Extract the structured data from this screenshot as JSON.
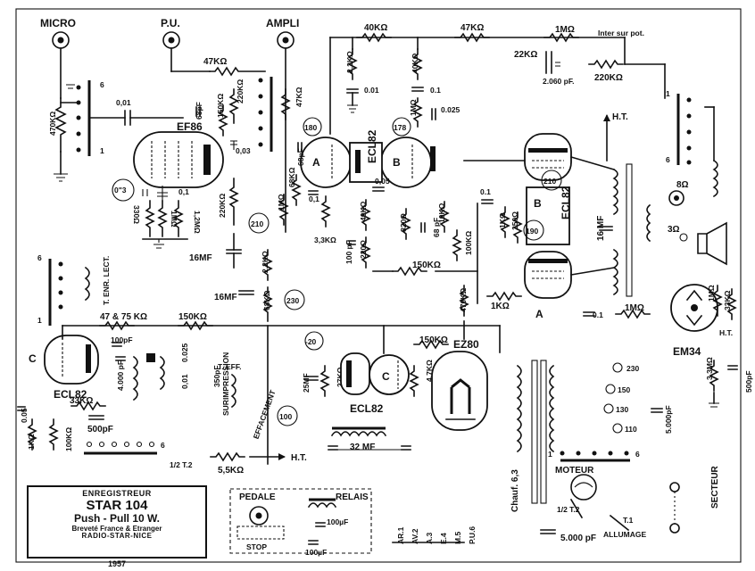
{
  "inputs": {
    "micro": "MICRO",
    "pu": "P.U.",
    "ampli": "AMPLI"
  },
  "tubes": {
    "ef86": "EF86",
    "ecl82_a": "ECL82",
    "ecl82_b": "ECL82",
    "ecl82_c": "ECL82",
    "ecl82_d": "ECL82",
    "ez80": "EZ80",
    "em34": "EM34",
    "sec_a": "A",
    "sec_b": "B",
    "sec_c": "C",
    "sec_b2": "B",
    "sec_a2": "A",
    "sec_c2": "C"
  },
  "resistors": {
    "r470k": "470KΩ",
    "r47k_top": "47KΩ",
    "r40k_top": "40KΩ",
    "r47k_right": "47KΩ",
    "r1m_top": "1MΩ",
    "r22k": "22KΩ",
    "r220k_top": "220KΩ",
    "r2_2k": "2,2KΩ",
    "r40k_mid": "40KΩ",
    "r1m_mid": "1MΩ",
    "r47k_ampli": "47KΩ",
    "r220k_ef": "220KΩ",
    "r150k_ef": "150KΩ",
    "r330": "330Ω",
    "r1m_ef": "1MΩ",
    "r1_2m": "1,2MΩ",
    "r220k_ef2": "220KΩ",
    "r2_2k_b": "2,2KΩ",
    "r68k": "68KΩ",
    "r1m_a": "1MΩ",
    "r68k_a": "68KΩ",
    "r3_3k": "3,3KΩ",
    "r40k_b": "40KΩ",
    "r220_b": "220Ω",
    "r820": "820Ω",
    "r10k": "10KΩ",
    "r100k": "100KΩ",
    "r150k_b": "150KΩ",
    "r1k_pp": "1KΩ",
    "r1k_pp2": "1KΩ",
    "r250": "250Ω",
    "r470k_pp": "470KΩ",
    "r4_7_75k": "47 & 75 KΩ",
    "r150k_c": "150KΩ",
    "r33k_c": "33KΩ",
    "r1k_c": "1KΩ",
    "r100k_c": "100KΩ",
    "r27k": "27KΩ",
    "r4_7k": "4,7KΩ",
    "r150k_ez": "150KΩ",
    "r5_5k": "5,5KΩ",
    "r1m_em": "1MΩ",
    "r1m_em2": "1MΩ",
    "r33k_em": "33KΩ",
    "r3_3m_em": "3,3MΩ",
    "rtenr": "T. ENR. LECT."
  },
  "capacitors": {
    "c001": "0,01",
    "c68pf": "68pF",
    "c003": "0,03",
    "c0_1_ef": "0,1",
    "c0_3": "0\"3",
    "c16mf": "16MF",
    "c16mf_b": "16MF",
    "c68pf_a": "68pF",
    "c0_1_a": "0,1",
    "c0_05": "0,05",
    "c0_01_b": "0.01",
    "c0_1_b": "0.1",
    "c0_025": "0.025",
    "c100pf_b": "100 pF",
    "c68pf_b": "68 pF",
    "c0_1_pp": "0.1",
    "c16mf_pp": "16 MF",
    "c0_1_pp2": "0.1",
    "c2060": "2.060 pF.",
    "c100pf_c": "100pF",
    "c4000pf": "4.000 pF",
    "c0_025_c": "0.025",
    "c500pf": "500pF",
    "c0_05_c": "0.05",
    "c25mf": "25MF",
    "c32mf": "32 MF",
    "c5000pf": "5.000 pF",
    "c5000pf_b": "5.000pF",
    "c500pf_em": "500pF",
    "c100uf": "100µF",
    "c100uf_b": "100µF",
    "c0_01_c": "0,01",
    "c350": "350pF"
  },
  "nodes": {
    "n210": "210",
    "n230": "230",
    "n180": "180",
    "n178": "178",
    "n210b": "210",
    "n190": "190",
    "n20": "-20",
    "n100": "100"
  },
  "labels": {
    "ht_top": "H.T.",
    "ht_bottom": "H.T.",
    "ht_em": "H.T.",
    "inter": "Inter sur pot.",
    "surimpression": "SURIMPRESSION",
    "teff": "T. EFF.",
    "effacement": "EFFACEMENT",
    "t2": "1/2 T.2",
    "t2b": "1/2 T.2",
    "t1": "T.1",
    "allumage": "ALLUMAGE",
    "moteur": "MOTEUR",
    "secteur": "SECTEUR",
    "pedale": "PEDALE",
    "relais": "RELAIS",
    "stop": "STOP",
    "chauf": "Chauf. 6,3",
    "spk8": "8Ω",
    "spk3": "3Ω",
    "volts": [
      "230",
      "150",
      "130",
      "110"
    ],
    "tap_labels": [
      "AR.1",
      "AV.2",
      "A.3",
      "E.4",
      "M.5",
      "P.U.6"
    ],
    "pos1": "1",
    "pos6": "6"
  },
  "nameplate": {
    "line1": "ENREGISTREUR",
    "line2": "STAR  104",
    "line3": "Push - Pull  10 W.",
    "line4": "Breveté France & Etranger",
    "line5": "RADIO-STAR-NICE",
    "year": "1957"
  }
}
